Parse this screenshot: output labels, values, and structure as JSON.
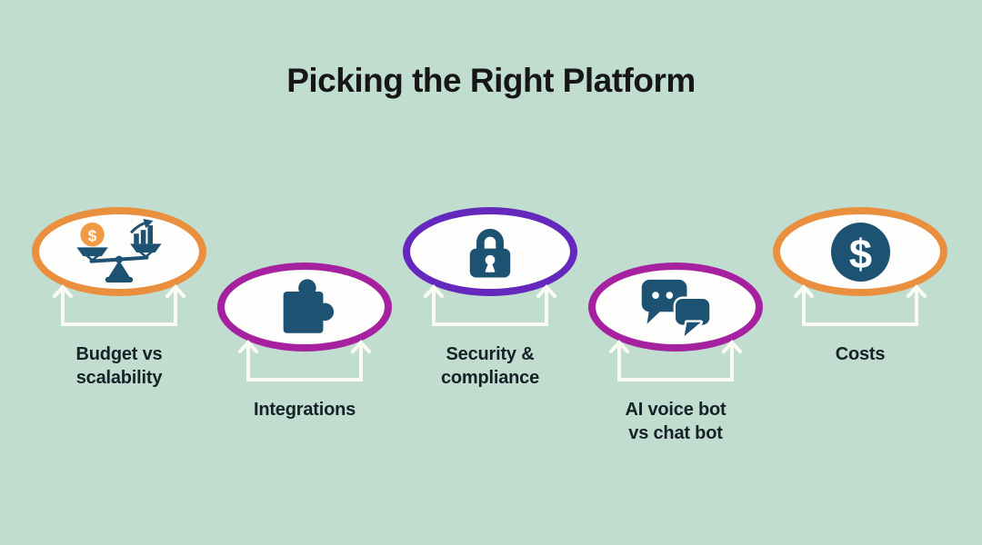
{
  "title": "Picking the Right Platform",
  "colors": {
    "background": "#c0ddd0",
    "ellipse_fill": "#fdfdfb",
    "icon": "#1d5273",
    "coin": "#f09b43",
    "bracket": "#fafcf4",
    "title_text": "#161616",
    "label_text": "#152228",
    "ring_orange": "#e98f3e",
    "ring_magenta": "#a6219f",
    "ring_purple": "#6428bc"
  },
  "items": [
    {
      "id": "budget",
      "label": "Budget vs\nscalability",
      "icon": "balance-scale-icon",
      "ring": "#e98f3e"
    },
    {
      "id": "integrations",
      "label": "Integrations",
      "icon": "puzzle-piece-icon",
      "ring": "#a6219f"
    },
    {
      "id": "security",
      "label": "Security &\ncompliance",
      "icon": "padlock-icon",
      "ring": "#6428bc"
    },
    {
      "id": "bots",
      "label": "AI voice bot\nvs chat bot",
      "icon": "chat-bubbles-icon",
      "ring": "#a6219f"
    },
    {
      "id": "costs",
      "label": "Costs",
      "icon": "dollar-coin-icon",
      "ring": "#e98f3e"
    }
  ]
}
